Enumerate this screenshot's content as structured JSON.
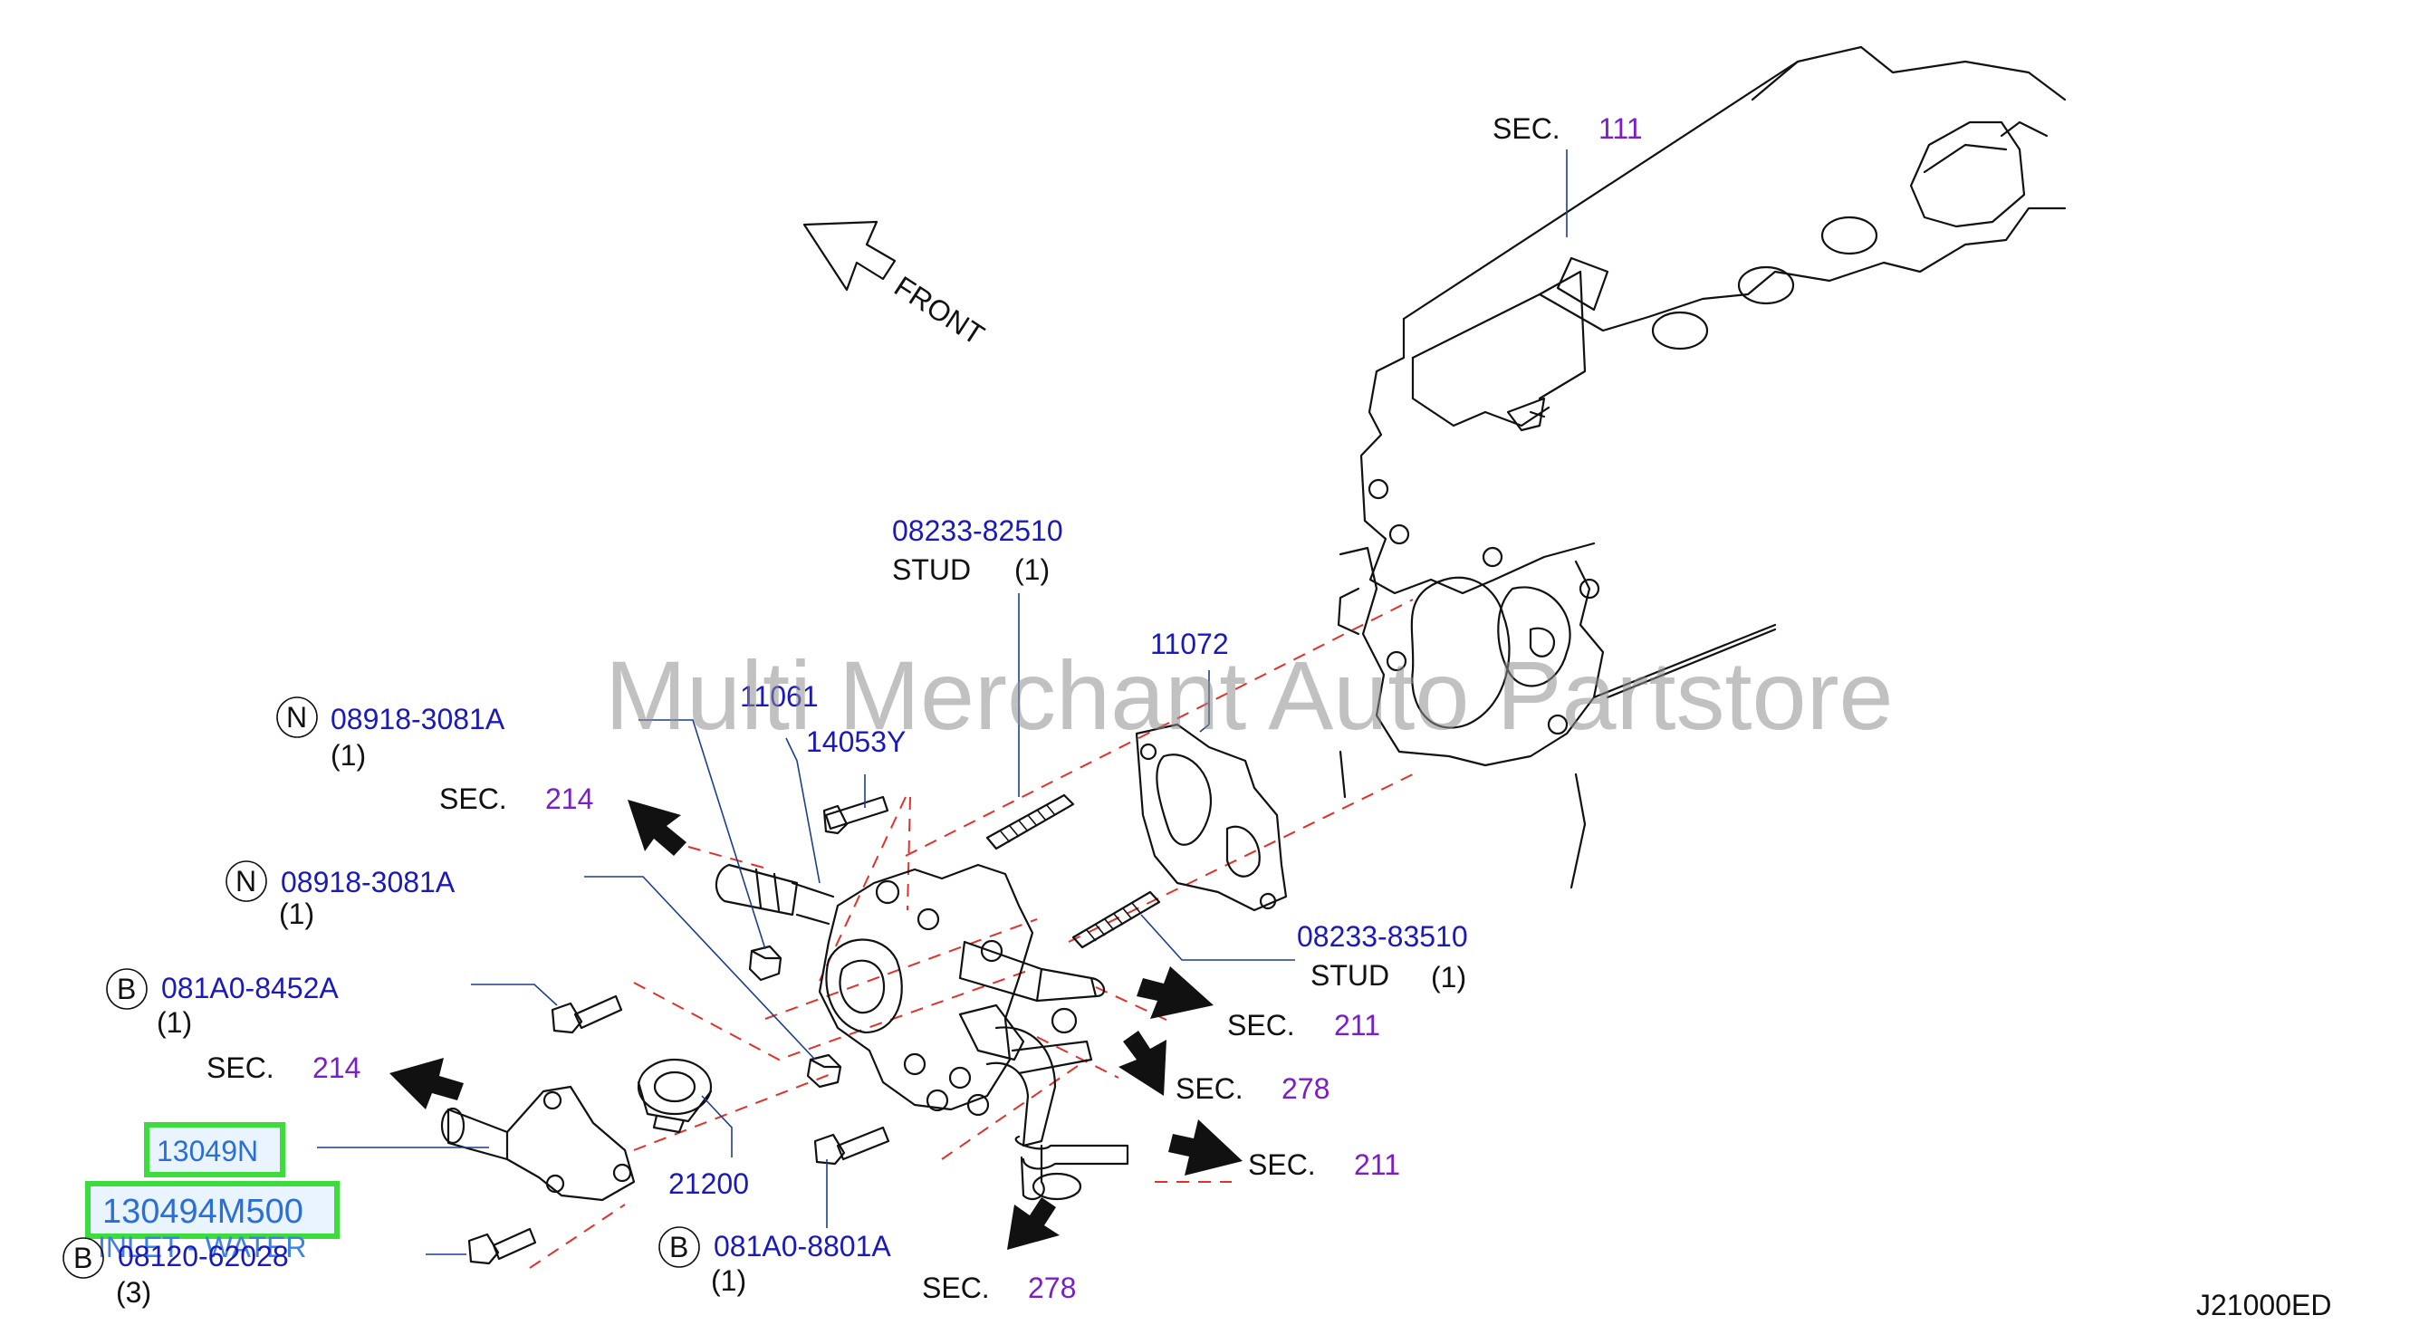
{
  "watermark": "Multi Merchant Auto Partstore",
  "diagram_code": "J21000ED",
  "front_label": "FRONT",
  "sec_labels": [
    {
      "prefix": "SEC.",
      "num": "111"
    },
    {
      "prefix": "SEC.",
      "num": "214"
    },
    {
      "prefix": "SEC.",
      "num": "214"
    },
    {
      "prefix": "SEC.",
      "num": "211"
    },
    {
      "prefix": "SEC.",
      "num": "278"
    },
    {
      "prefix": "SEC.",
      "num": "211"
    },
    {
      "prefix": "SEC.",
      "num": "278"
    }
  ],
  "parts": {
    "stud_top": {
      "number": "08233-82510",
      "name": "STUD",
      "qty": "(1)"
    },
    "gasket": {
      "number": "11072"
    },
    "housing": {
      "number": "11061"
    },
    "bolt_14053": {
      "number": "14053Y"
    },
    "nut_a": {
      "marker": "N",
      "number": "08918-3081A",
      "qty": "(1)"
    },
    "nut_b": {
      "marker": "N",
      "number": "08918-3081A",
      "qty": "(1)"
    },
    "stud_mid": {
      "number": "08233-83510",
      "name": "STUD",
      "qty": "(1)"
    },
    "bolt_8452": {
      "marker": "B",
      "number": "081A0-8452A",
      "qty": "(1)"
    },
    "thermostat": {
      "number": "21200"
    },
    "bolt_8801": {
      "marker": "B",
      "number": "081A0-8801A",
      "qty": "(1)"
    },
    "inlet_water": {
      "number": "13049N",
      "alt_number": "130494M500",
      "name": "INLET - WATER"
    },
    "bolt_62028": {
      "marker": "B",
      "number": "08120-62028",
      "qty": "(3)"
    }
  }
}
